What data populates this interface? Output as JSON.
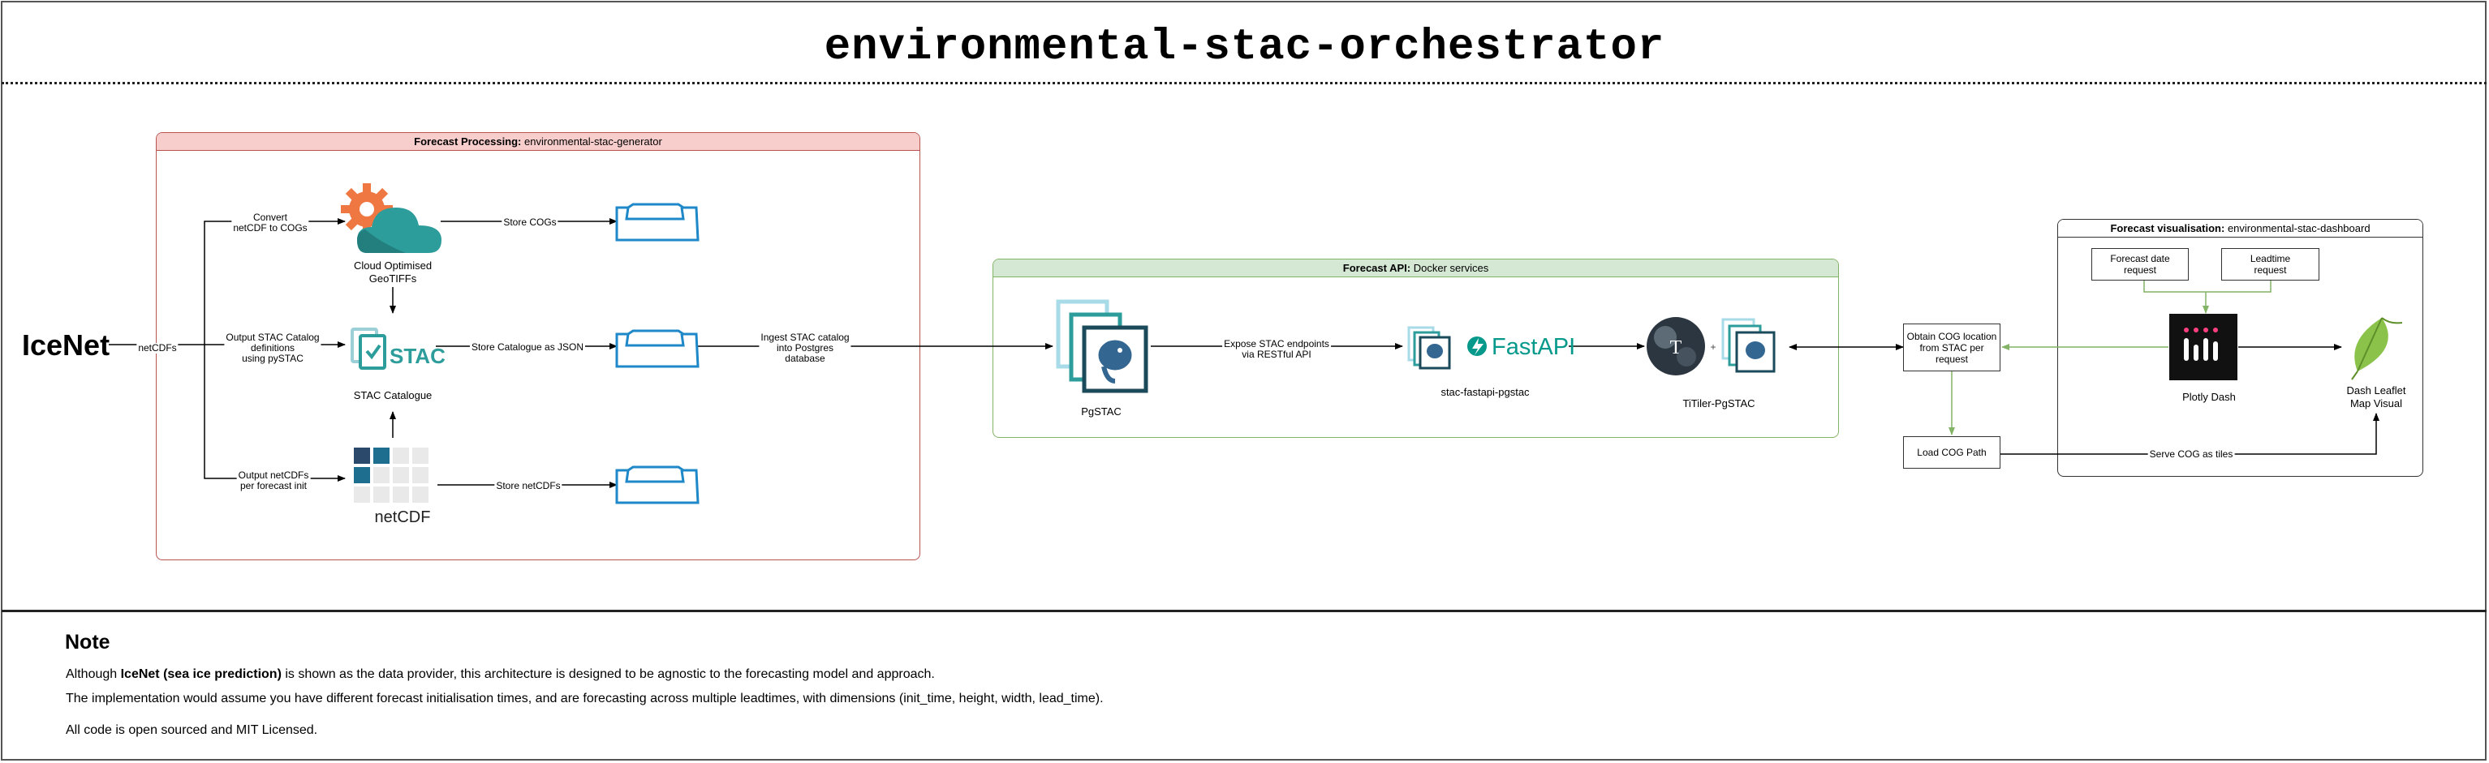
{
  "title": "environmental-stac-orchestrator",
  "provider": {
    "name": "IceNet",
    "edge_label": "netCDFs"
  },
  "processing": {
    "header_bold": "Forecast Processing:",
    "header_text": "environmental-stac-generator",
    "branch_top": "Convert\nnetCDF to COGs",
    "branch_mid": "Output STAC Catalog\ndefinitions\nusing pySTAC",
    "branch_bot": "Output netCDFs\nper forecast init",
    "cog_caption": "Cloud Optimised\nGeoTIFFs",
    "stac_caption": "STAC Catalogue",
    "stac_logo": "STAC",
    "netcdf_logo": "netCDF",
    "store_cogs": "Store COGs",
    "store_json": "Store Catalogue as JSON",
    "store_netcdfs": "Store netCDFs"
  },
  "ingest_label": "Ingest STAC catalog\ninto Postgres\ndatabase",
  "api": {
    "header_bold": "Forecast API:",
    "header_text": "Docker services",
    "pgstac_caption": "PgSTAC",
    "expose_label": "Expose STAC endpoints\nvia RESTful API",
    "fastapi_logo": "FastAPI",
    "fastapi_caption": "stac-fastapi-pgstac",
    "titiler_caption": "TiTiler-PgSTAC",
    "plus": "+"
  },
  "obtain_box": "Obtain COG location\nfrom STAC per\nrequest",
  "load_box": "Load COG Path",
  "serve_label": "Serve COG as tiles",
  "vis": {
    "header_bold": "Forecast visualisation:",
    "header_text": "environmental-stac-dashboard",
    "date_req": "Forecast date\nrequest",
    "lead_req": "Leadtime\nrequest",
    "plotly_caption": "Plotly Dash",
    "leaflet_caption": "Dash Leaflet\nMap Visual"
  },
  "note": {
    "heading": "Note",
    "line1_pre": "Although ",
    "line1_bold": "IceNet (sea ice prediction)",
    "line1_post": " is shown as the data provider, this architecture is designed to be agnostic to the forecasting model and approach.",
    "line2": "The implementation would assume you have different forecast initialisation times, and are forecasting across multiple leadtimes, with dimensions (init_time, height, width, lead_time).",
    "line3": "All code is open sourced and MIT Licensed."
  },
  "colors": {
    "processing_header": "#f8cecc",
    "processing_border": "#b85450",
    "api_header": "#d5e8d4",
    "api_border": "#82b366",
    "green_arrow": "#82b366",
    "stack_blue": "#1e88c8",
    "stac_teal": "#2d9d9b",
    "gear_orange": "#ee7742"
  },
  "icons": [
    "gear-icon",
    "cloud-icon",
    "stac-logo-icon",
    "netcdf-grid-icon",
    "storage-tray-icon",
    "postgres-elephant-icon",
    "fastapi-logo-icon",
    "titiler-logo-icon",
    "plotly-logo-icon",
    "leaflet-logo-icon"
  ]
}
